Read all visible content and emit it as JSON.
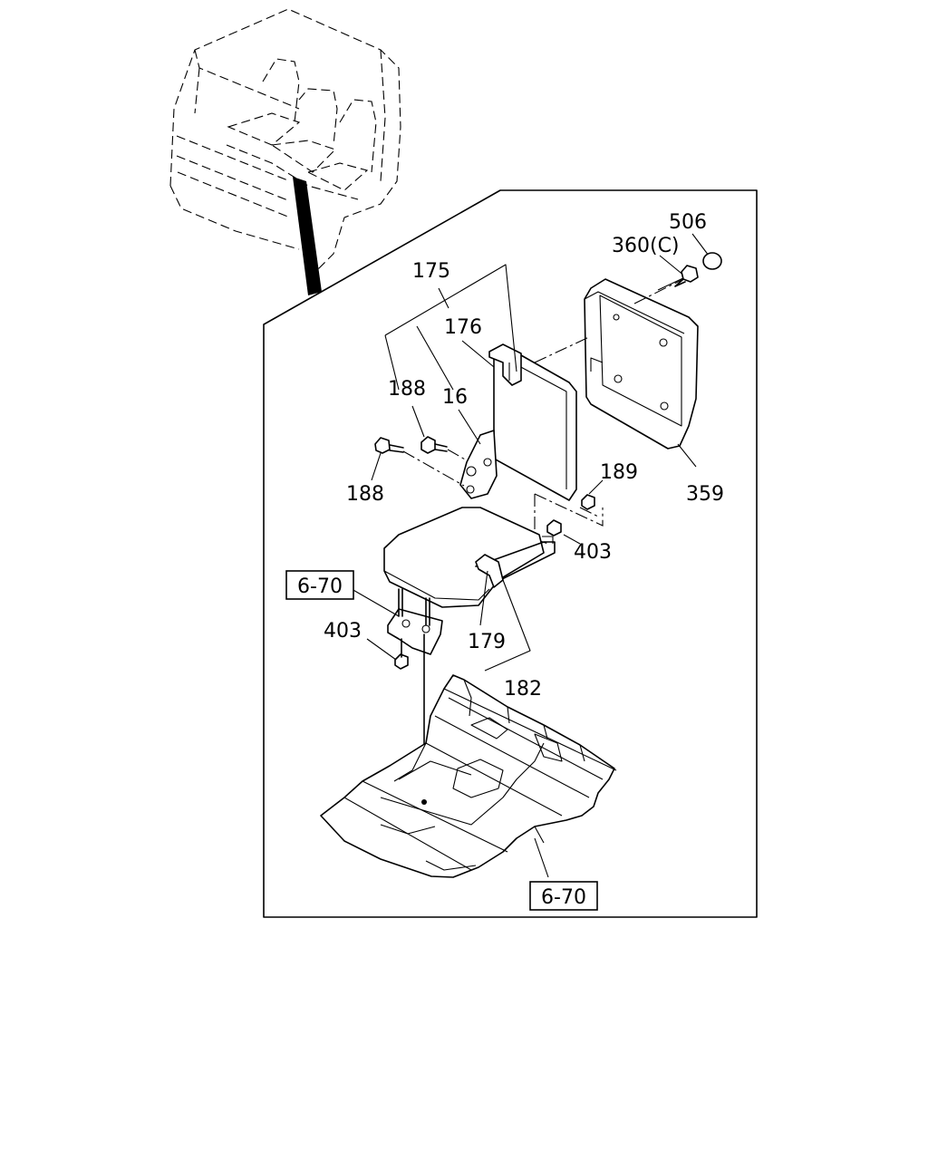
{
  "callouts": {
    "c506": "506",
    "c360": "360(C)",
    "c175": "175",
    "c176": "176",
    "c188a": "188",
    "c16": "16",
    "c188b": "188",
    "c189": "189",
    "c359": "359",
    "c403a": "403",
    "c403b": "403",
    "c179": "179",
    "c182": "182"
  },
  "references": {
    "ref_a": "6-70",
    "ref_b": "6-70"
  }
}
